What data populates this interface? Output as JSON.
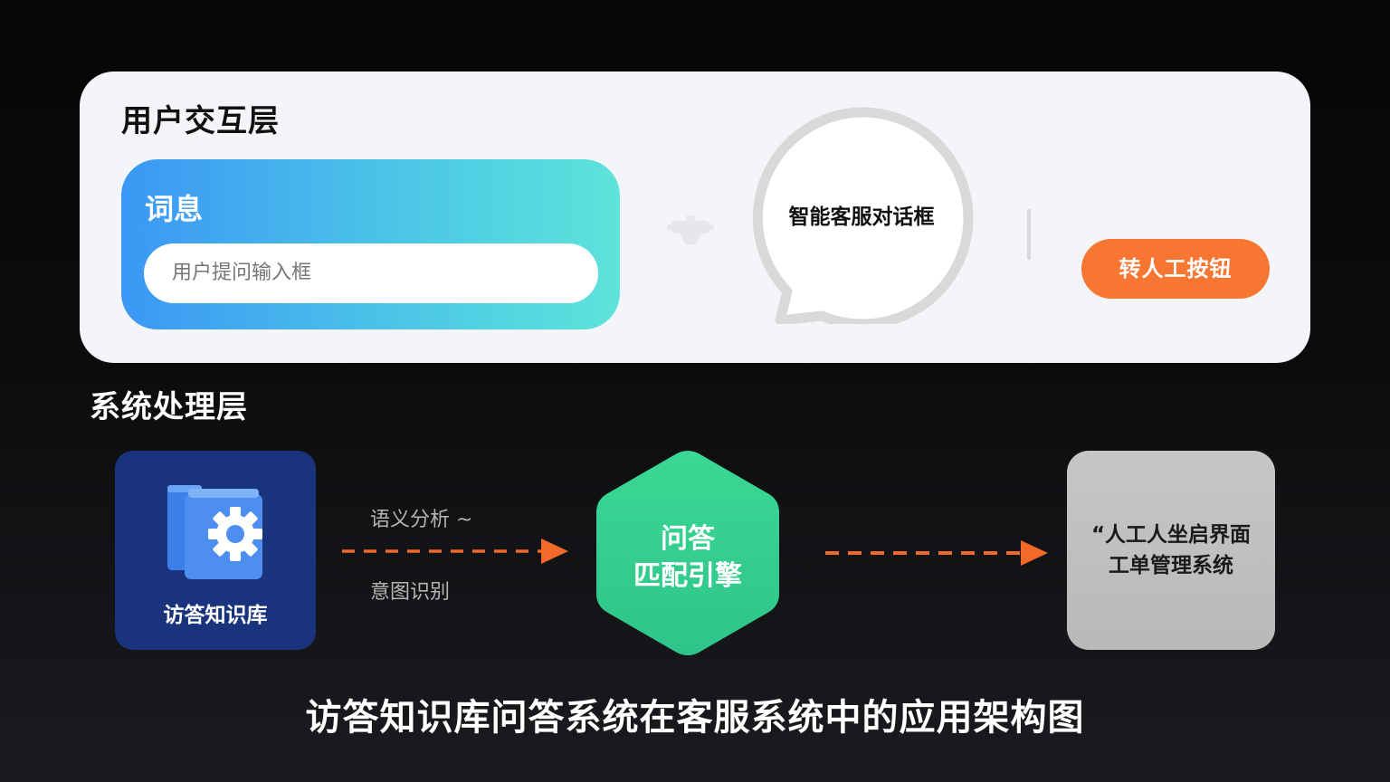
{
  "user_layer": {
    "title": "用户交互层",
    "input_panel": {
      "title": "词息",
      "input_placeholder": "用户提问输入框"
    },
    "chat_bubble_label": "智能客服对话框",
    "human_button_label": "转人工按钮"
  },
  "system_layer": {
    "title": "系统处理层",
    "knowledge_base_label": "访答知识库",
    "flow_labels": [
      "语义分析 ~",
      "意图识别"
    ],
    "engine_label_lines": [
      "问答",
      "匹配引擎"
    ],
    "ticket_label_lines": [
      "“人工人坐启界面",
      "工单管理系统"
    ]
  },
  "caption": "访答知识库问答系统在客服系统中的应用架构图",
  "colors": {
    "card_bg": "#f4f5f8",
    "input_gradient_start": "#3b97f5",
    "input_gradient_end": "#5fe3da",
    "human_button": "#f77631",
    "knowledge_base_bg": "#19347c",
    "engine_hex": "#34d399",
    "ticket_bg": "#c0c0c0",
    "arrow": "#f26a2a"
  },
  "icons": {
    "knowledge_base": "books-gear-icon",
    "faded_connector": "robot-icon",
    "chat": "speech-bubble-icon"
  }
}
